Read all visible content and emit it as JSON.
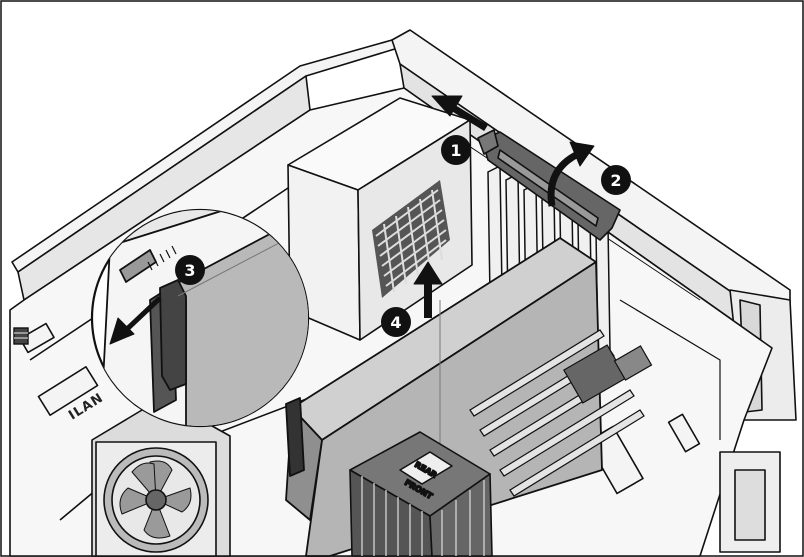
{
  "callouts": [
    {
      "step": "1"
    },
    {
      "step": "2"
    },
    {
      "step": "3"
    },
    {
      "step": "4"
    }
  ],
  "labels": {
    "lan": "ILAN",
    "heatsink_rear": "REAR",
    "heatsink_front": "FRONT"
  },
  "colors": {
    "line": "#111111",
    "chassis_fill": "#f4f4f4",
    "shadow": "#c9c9c9",
    "card_gray": "#b5b5b5",
    "magnifier_gray": "#b9b9b9",
    "callout_fill": "#111111"
  }
}
